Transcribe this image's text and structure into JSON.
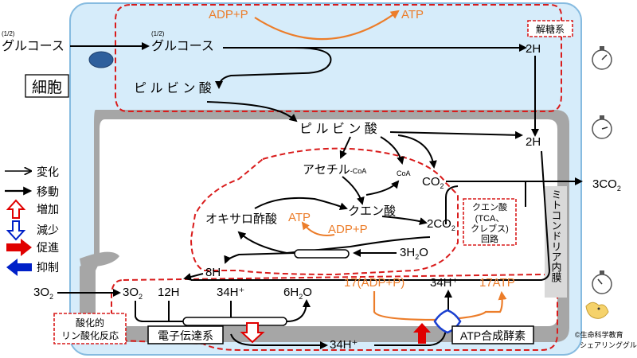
{
  "cell_label": "細胞",
  "glucose_out": "グルコース",
  "glucose_in": "グルコース",
  "fraction_half": "(1/2)",
  "glycolysis_adp": "ADP+P",
  "glycolysis_atp": "ATP",
  "glycolysis_label": "解糖系",
  "pyruvate_cytosol": "ピ ル ビ ン 酸",
  "pyruvate_mito": "ピ ル ビ ン 酸",
  "h2_top": "2H",
  "h2_mid": "2H",
  "acetyl": "アセチル",
  "acetyl_sub": "-CoA",
  "coa": "CoA",
  "co2_first": "CO",
  "oxaloacetate": "オキサロ酢酸",
  "tca_atp": "ATP",
  "tca_adp": "ADP+P",
  "citric": "クエン酸",
  "co2_second_prefix": "2CO",
  "water_in_prefix": "3H",
  "water_in_suffix": "O",
  "h8": "8H",
  "co2_out": "3CO",
  "tca_label": [
    "クエン酸",
    "(TCA、",
    "クレブス)",
    "回路"
  ],
  "mito_membrane_label": "ミトコンドリア内膜",
  "o2_out_prefix": "3O",
  "o2_in_prefix": "3O",
  "h12": "12H",
  "h34_plus_1": "34H⁺",
  "water_out_prefix": "6H",
  "water_out_suffix": "O",
  "ox_adp": "17(ADP+P)",
  "h34_plus_2": "34H⁺",
  "ox_atp": "17ATP",
  "h34_plus_3": "34H⁺",
  "etc_label": "電子伝達系",
  "atp_synthase_label": "ATP合成酵素",
  "oxphos_label": [
    "酸化的",
    "リン酸化反応"
  ],
  "sub2": "2",
  "legend": [
    {
      "label": "変化",
      "icon": "thin-arrow-icon"
    },
    {
      "label": "移動",
      "icon": "bold-arrow-icon"
    },
    {
      "label": "増加",
      "icon": "red-outline-up-arrow-icon"
    },
    {
      "label": "減少",
      "icon": "blue-outline-down-arrow-icon"
    },
    {
      "label": "促進",
      "icon": "red-solid-right-arrow-icon"
    },
    {
      "label": "抑制",
      "icon": "blue-solid-left-arrow-icon"
    }
  ],
  "copyright": [
    "©生命科学教育",
    "シェアリンググループ"
  ],
  "colors": {
    "cytosol_fill": "#d6ecfa",
    "cytosol_stroke": "#86bbe0",
    "membrane": "#a6a6a6",
    "orange": "#ec7d2a",
    "red": "#e00000",
    "blue": "#0020c8",
    "dashed": "#d91c1c",
    "organelle": "#2e5f9c"
  }
}
